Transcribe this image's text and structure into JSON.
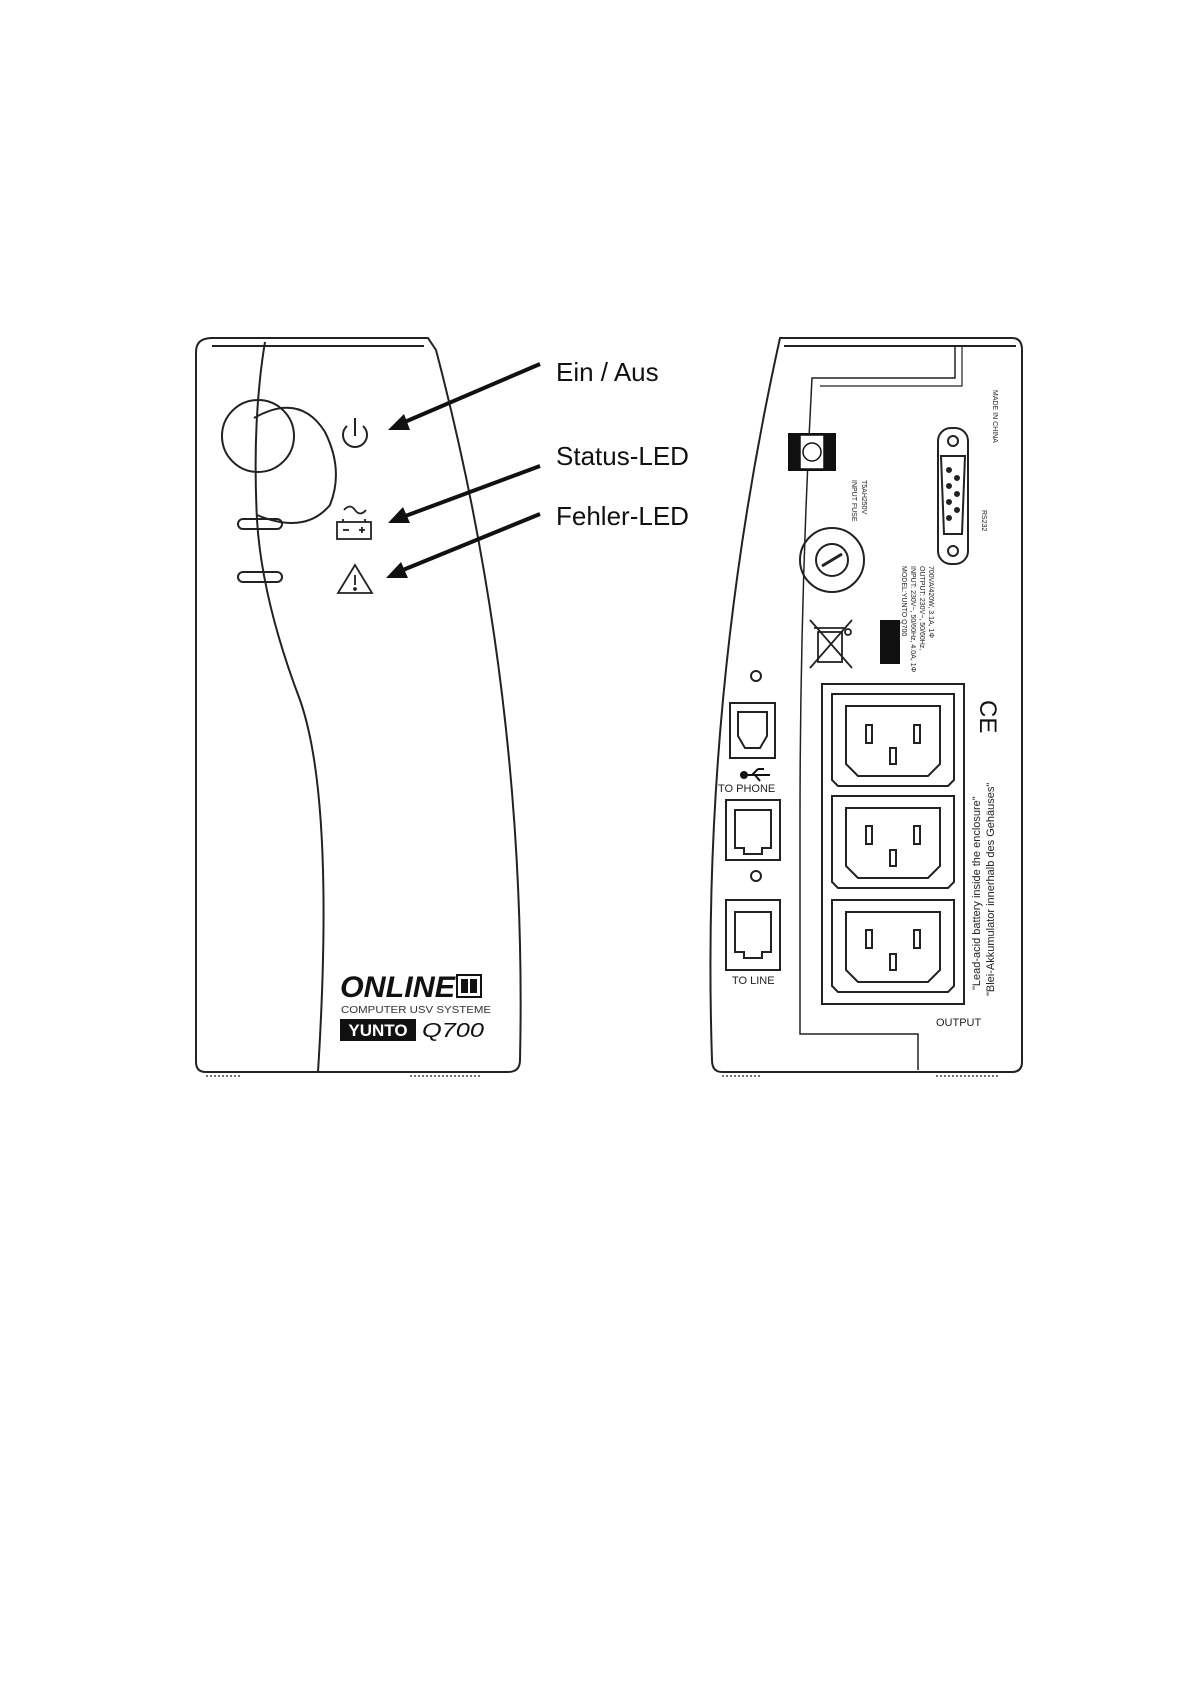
{
  "callouts": {
    "power": "Ein / Aus",
    "status": "Status-LED",
    "error": "Fehler-LED"
  },
  "front": {
    "brand": "ONLINE",
    "brand_sub": "COMPUTER  USV  SYSTEME",
    "model_box": "YUNTO",
    "model_num": "Q700",
    "icons": [
      "power-icon",
      "mains-battery-icon",
      "warning-icon"
    ]
  },
  "rear": {
    "made_in": "MADE IN CHINA",
    "rs232": "RS232",
    "fuse_line1": "INPUT FUSE",
    "fuse_line2": "T5AH250V",
    "rating_line1": "MODEL:YUNTO Q700",
    "rating_line2": "INPUT: 230V~, 50/60Hz, 4.0A, 1Φ",
    "rating_line3": "OUTPUT: 230V~, 50/60Hz,",
    "rating_line4": "700VA/420W, 3.1A, 1Φ",
    "to_phone": "TO PHONE",
    "to_line": "TO LINE",
    "output": "OUTPUT",
    "battery_en": "\"Lead-acid battery inside the enclosure\"",
    "battery_de": "\"Blei-Akkumulator innerhalb des Gehäuses\"",
    "ce": "CE"
  }
}
